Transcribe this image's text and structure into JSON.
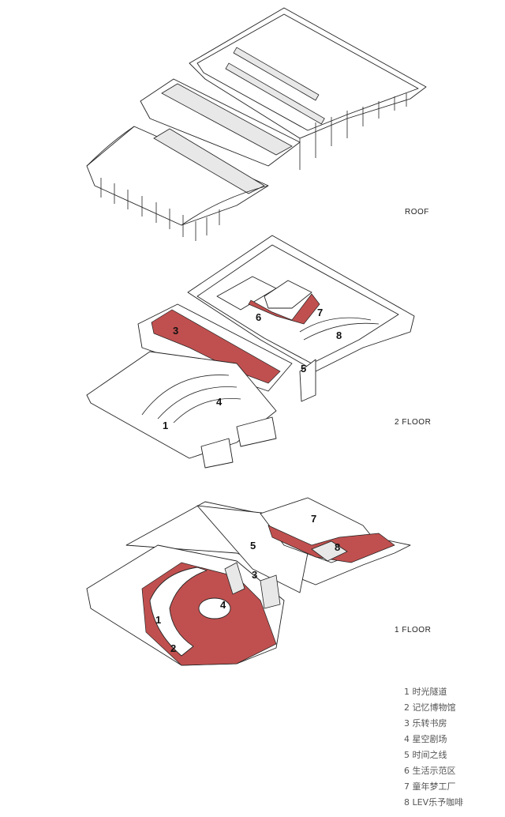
{
  "levels": {
    "roof": "ROOF",
    "floor2": "2 FLOOR",
    "floor1": "1 FLOOR"
  },
  "floor2_markers": [
    "1",
    "3",
    "4",
    "5",
    "6",
    "7",
    "8"
  ],
  "floor1_markers": [
    "1",
    "2",
    "3",
    "4",
    "5",
    "7",
    "8"
  ],
  "legend": [
    "1 时光隧道",
    "2 记忆博物馆",
    "3 乐转书房",
    "4 星空剧场",
    "5 时间之线",
    "6 生活示范区",
    "7 童年梦工厂",
    "8 LEV乐予咖啡"
  ],
  "colors": {
    "accent": "#c0504f",
    "line": "#222222"
  }
}
